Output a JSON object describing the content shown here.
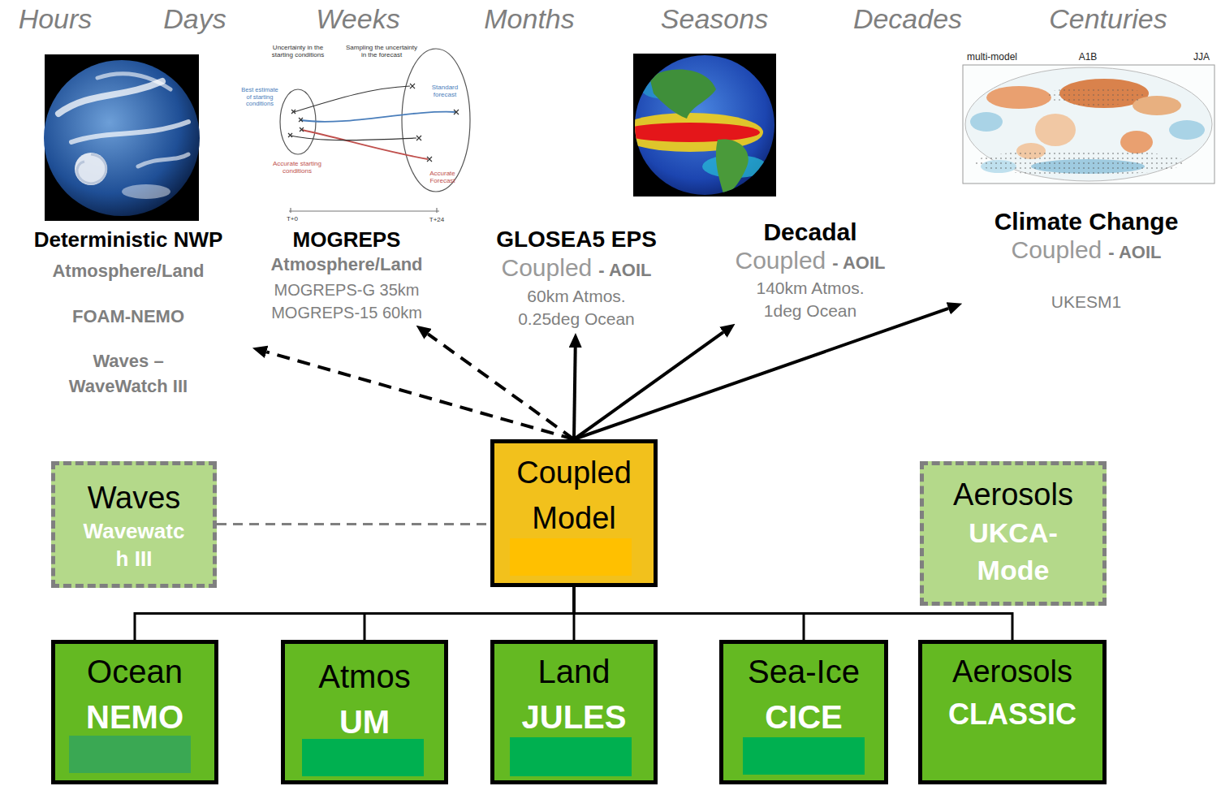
{
  "diagram": {
    "nodes": [
      {
        "text": [
          "Deterministic NWP",
          "Atmosphere/Land",
          "FOAM-NEMO",
          "Waves – WaveWatch III"
        ]
      },
      {
        "text": [
          "MOGREPS",
          "Atmosphere/Land",
          "MOGREPS-G 35km",
          "MOGREPS-15 60km"
        ]
      },
      {
        "text": [
          "GLOSEA5 EPS",
          "Coupled",
          "- AOIL",
          "60km Atmos. 0.25deg Ocean"
        ]
      },
      {
        "text": [
          "Decadal",
          "Coupled",
          "- AOIL",
          "140km Atmos. 1deg Ocean"
        ]
      },
      {
        "text": [
          "Climate Change",
          "Coupled",
          "- AOIL",
          "UKESM1"
        ]
      },
      {
        "text": [
          "Waves",
          "Wavewatc h III"
        ]
      },
      {
        "text": [
          "Coupled Model"
        ]
      },
      {
        "text": [
          "Aerosols",
          "UKCA- Mode"
        ]
      },
      {
        "text": [
          "Ocean",
          "NEMO"
        ]
      },
      {
        "text": [
          "Atmos",
          "UM"
        ]
      },
      {
        "text": [
          "Land",
          "JULES"
        ]
      },
      {
        "text": [
          "Sea-Ice",
          "CICE"
        ]
      },
      {
        "text": [
          "Aerosols",
          "CLASSIC"
        ]
      }
    ],
    "edges": [
      {
        "from": 6,
        "to": 0,
        "arrow": "to"
      },
      {
        "from": 6,
        "to": 1,
        "arrow": "to"
      },
      {
        "from": 6,
        "to": 2,
        "arrow": "to"
      },
      {
        "from": 6,
        "to": 3,
        "arrow": "to"
      },
      {
        "from": 6,
        "to": 4,
        "arrow": "to"
      },
      {
        "from": 5,
        "to": 6,
        "arrow": "none"
      },
      {
        "from": 6,
        "to": 8,
        "arrow": "none"
      },
      {
        "from": 6,
        "to": 9,
        "arrow": "none"
      },
      {
        "from": 6,
        "to": 10,
        "arrow": "none"
      },
      {
        "from": 6,
        "to": 11,
        "arrow": "none"
      },
      {
        "from": 6,
        "to": 12,
        "arrow": "none"
      }
    ],
    "labels": [
      "Hours",
      "Days",
      "Weeks",
      "Months",
      "Seasons",
      "Decades",
      "Centuries",
      "Uncertainty in the starting conditions",
      "Sampling the uncertainty in the forecast",
      "Best estimate of starting conditions",
      "Standard forecast",
      "Accurate starting conditions",
      "Accurate Forecast",
      "T+0",
      "T+24",
      "multi-model",
      "A1B",
      "JJA"
    ]
  }
}
